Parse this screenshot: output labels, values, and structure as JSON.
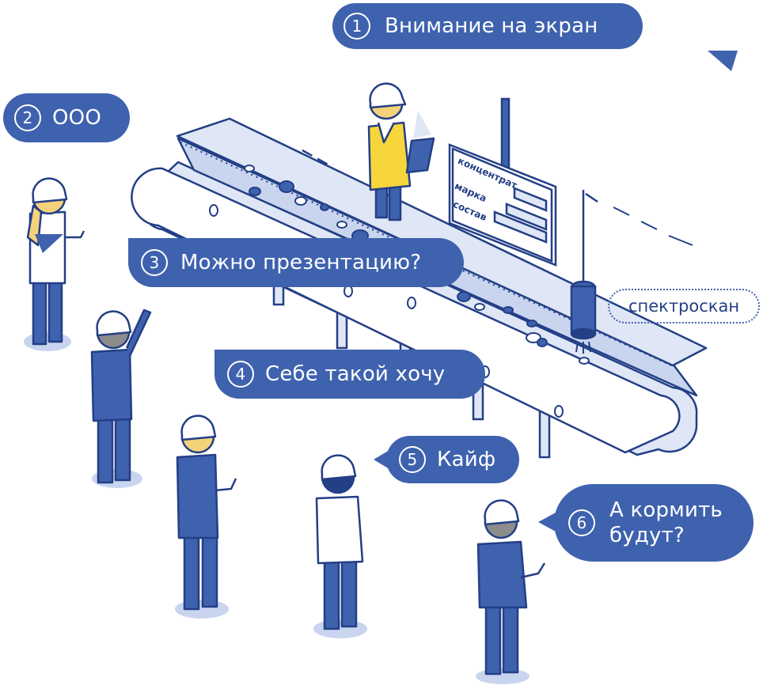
{
  "bubbles": [
    {
      "num": "1",
      "text": "Внимание на экран"
    },
    {
      "num": "2",
      "text": "ООО"
    },
    {
      "num": "3",
      "text": "Можно презентацию?"
    },
    {
      "num": "4",
      "text": "Себе такой хочу"
    },
    {
      "num": "5",
      "text": "Кайф"
    },
    {
      "num": "6",
      "text": "А кормить\nбудут?"
    }
  ],
  "screen": {
    "fields": [
      "концентрат",
      "марка",
      "состав"
    ]
  },
  "scanner_label": "спектроскан",
  "colors": {
    "accent": "#3f62ae",
    "dark_blue": "#233f86",
    "light_fill": "#dfe6f5",
    "shadow": "#c9d5ef",
    "vest_yellow": "#f7d63c",
    "hair_blond": "#f4d27a",
    "hair_gray": "#8c8c8c"
  }
}
